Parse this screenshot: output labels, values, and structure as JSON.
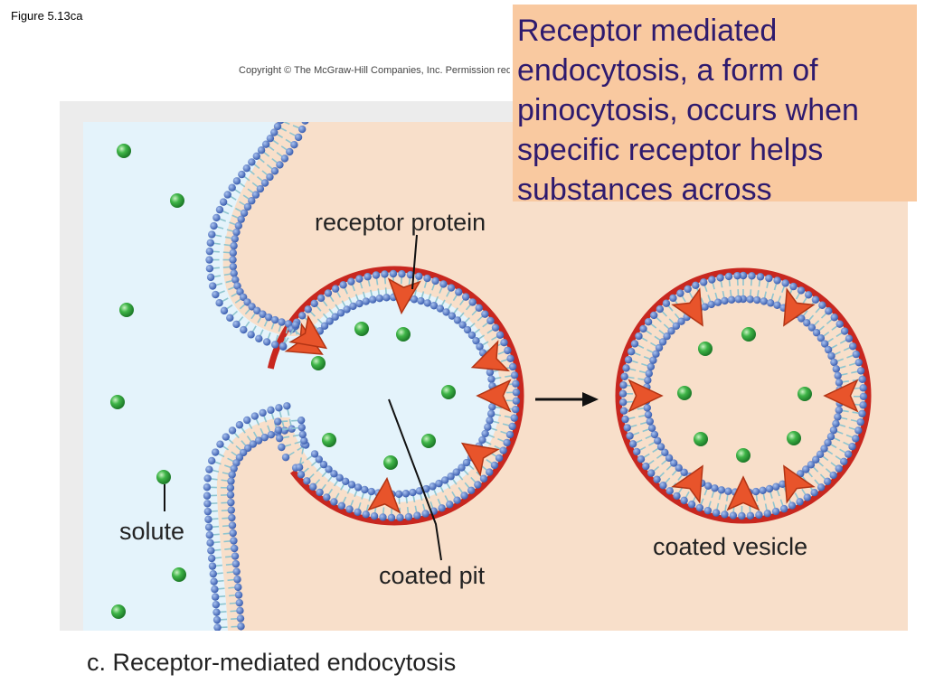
{
  "figure_label": "Figure 5.13ca",
  "copyright": "Copyright © The McGraw-Hill Companies, Inc. Permission required for reproduction or display.",
  "callout_text": "Receptor mediated endocytosis, a form of pinocytosis, occurs when specific receptor helps substances across",
  "labels": {
    "receptor_protein": "receptor protein",
    "solute": "solute",
    "coated_pit": "coated pit",
    "coated_vesicle": "coated vesicle"
  },
  "caption": "c. Receptor-mediated endocytosis",
  "colors": {
    "outside": "#e4f3fb",
    "cytoplasm": "#f8dfca",
    "head": "#4f74c4",
    "tail": "#8fc5cf",
    "coat": "#c8271f",
    "receptor": "#e8542b",
    "solute": "#2fa13a",
    "callout_bg": "#f9c9a0",
    "callout_text": "#2e1a6e"
  }
}
